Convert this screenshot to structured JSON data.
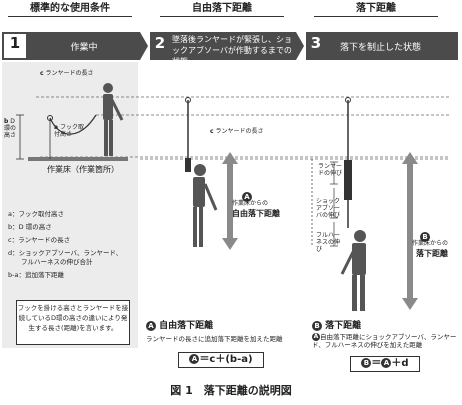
{
  "headers": {
    "col1": "標準的な使用条件",
    "col2": "自由落下距離",
    "col3": "落下距離"
  },
  "steps": [
    {
      "num": "1",
      "text": "作業中"
    },
    {
      "num": "2",
      "text": "墜落後ランヤードが緊張し、ショックアブソーバが作動するまでの状態"
    },
    {
      "num": "3",
      "text": "落下を制止した状態"
    }
  ],
  "panel1": {
    "label_c": "c",
    "text_c": "ランヤードの長さ",
    "label_b": "b",
    "text_b": "D 環の高さ",
    "label_a": "a",
    "text_a": "フック取付高さ",
    "floor": "作業床（作業箇所）",
    "legend": [
      "a：フック取付高さ",
      "b：D 環の高さ",
      "c：ランヤードの長さ",
      "d：ショックアブソーバ、ランヤード、",
      "　　フルハーネスの伸び合計",
      "b-a：追加落下距離"
    ],
    "note": "フックを掛ける高さとランヤードを接続しているD環の高さの違いにより発生する長さ(距離)を言います。"
  },
  "panel2": {
    "label_c": "c",
    "text_c": "ランヤードの長さ",
    "circle": "A",
    "from_floor": "作業床からの",
    "dist_name": "自由落下距離",
    "title": "自由落下距離",
    "desc": "ランヤードの長さに追加落下距離を加えた距離",
    "formula_lhs": "A",
    "formula_rhs": "＝c＋(b-a)"
  },
  "panel3": {
    "ext_lanyard": "ランヤードの伸び",
    "ext_absorber": "ショックアブソーバの伸び",
    "ext_harness": "フルハーネスの伸び",
    "circle": "B",
    "from_floor": "作業床からの",
    "dist_name": "落下距離",
    "title": "落下距離",
    "desc_circle": "A",
    "desc": "自由落下距離にショックアブソーバ、ランヤード、フルハーネスの伸びを加えた距離",
    "formula_b": "B",
    "formula_a": "A",
    "formula_rest": "＋d"
  },
  "caption": "図 1　落下距離の説明図",
  "colors": {
    "bar": "#4b4b4b",
    "arrow": "#8a8a8a",
    "panel": "#ececec"
  }
}
